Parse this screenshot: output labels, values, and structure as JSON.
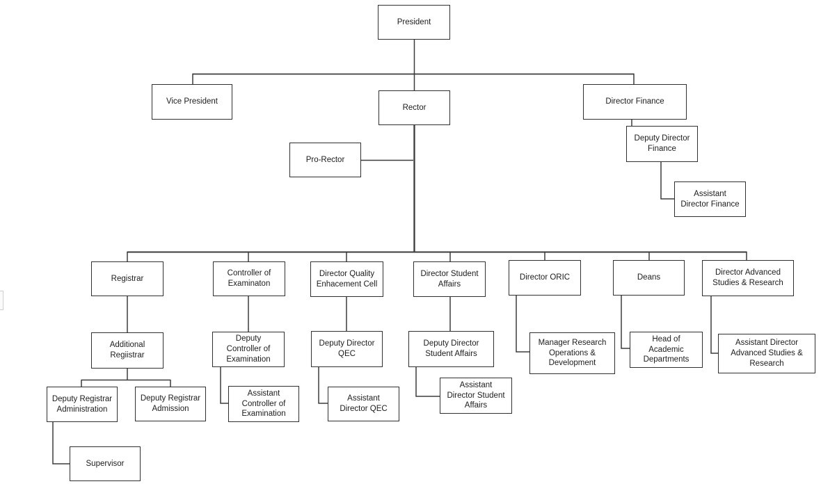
{
  "colors": {
    "background": "#ffffff",
    "box_border": "#2f2f2f",
    "connector_line": "#3b3b3b"
  },
  "nodes": {
    "president": {
      "label": "President"
    },
    "vice_president": {
      "label": "Vice President"
    },
    "rector": {
      "label": "Rector"
    },
    "pro_rector": {
      "label": "Pro-Rector"
    },
    "director_finance": {
      "label": "Director Finance"
    },
    "deputy_director_finance": {
      "label": [
        "Deputy Director",
        "Finance"
      ]
    },
    "assistant_director_finance": {
      "label": [
        "Assistant",
        "Director Finance"
      ]
    },
    "registrar": {
      "label": "Registrar"
    },
    "controller_of_examination": {
      "label": [
        "Controller of",
        "Examinaton"
      ]
    },
    "director_qec": {
      "label": [
        "Director Quality",
        "Enhacement Cell"
      ]
    },
    "director_student_affairs": {
      "label": [
        "Director Student",
        "Affairs"
      ]
    },
    "director_oric": {
      "label": "Director ORIC"
    },
    "deans": {
      "label": "Deans"
    },
    "director_advanced_studies": {
      "label": [
        "Director Advanced",
        "Studies & Research"
      ]
    },
    "additional_registrar": {
      "label": [
        "Additional",
        "Regiistrar"
      ]
    },
    "deputy_registrar_administration": {
      "label": [
        "Deputy Registrar",
        "Administration"
      ]
    },
    "deputy_registrar_admission": {
      "label": [
        "Deputy Registrar",
        "Admission"
      ]
    },
    "supervisor": {
      "label": "Supervisor"
    },
    "deputy_controller_of_examination": {
      "label": [
        "Deputy",
        "Controller of",
        "Examination"
      ]
    },
    "assistant_controller_of_examination": {
      "label": [
        "Assistant",
        "Controller of",
        "Examination"
      ]
    },
    "deputy_director_qec": {
      "label": [
        "Deputy Director",
        "QEC"
      ]
    },
    "assistant_director_qec": {
      "label": [
        "Assistant",
        "Director QEC"
      ]
    },
    "deputy_director_student_affairs": {
      "label": [
        "Deputy Director",
        "Student Affairs"
      ]
    },
    "assistant_director_student_affairs": {
      "label": [
        "Assistant",
        "Director Student",
        "Affairs"
      ]
    },
    "manager_research_operations": {
      "label": [
        "Manager Research",
        "Operations &",
        "Development"
      ]
    },
    "head_of_academic_departments": {
      "label": [
        "Head of",
        "Academic",
        "Departments"
      ]
    },
    "assistant_director_advanced_studies": {
      "label": [
        "Assistant Director",
        "Advanced Studies &",
        "Research"
      ]
    }
  },
  "hierarchy_edges": [
    [
      "President",
      "Vice President"
    ],
    [
      "President",
      "Rector"
    ],
    [
      "President",
      "Director Finance"
    ],
    [
      "Rector",
      "Pro-Rector"
    ],
    [
      "Director Finance",
      "Deputy Director Finance"
    ],
    [
      "Deputy Director Finance",
      "Assistant Director Finance"
    ],
    [
      "Rector",
      "Registrar"
    ],
    [
      "Rector",
      "Controller of Examinaton"
    ],
    [
      "Rector",
      "Director Quality Enhacement Cell"
    ],
    [
      "Rector",
      "Director Student Affairs"
    ],
    [
      "Rector",
      "Director ORIC"
    ],
    [
      "Rector",
      "Deans"
    ],
    [
      "Rector",
      "Director Advanced Studies & Research"
    ],
    [
      "Registrar",
      "Additional Regiistrar"
    ],
    [
      "Additional Regiistrar",
      "Deputy Registrar Administration"
    ],
    [
      "Additional Regiistrar",
      "Deputy Registrar Admission"
    ],
    [
      "Deputy Registrar Administration",
      "Supervisor"
    ],
    [
      "Controller of Examinaton",
      "Deputy Controller of Examination"
    ],
    [
      "Deputy Controller of Examination",
      "Assistant Controller of Examination"
    ],
    [
      "Director Quality Enhacement Cell",
      "Deputy Director QEC"
    ],
    [
      "Deputy Director QEC",
      "Assistant Director QEC"
    ],
    [
      "Director Student Affairs",
      "Deputy Director Student Affairs"
    ],
    [
      "Deputy Director Student Affairs",
      "Assistant Director Student Affairs"
    ],
    [
      "Director ORIC",
      "Manager Research Operations & Development"
    ],
    [
      "Deans",
      "Head of Academic Departments"
    ],
    [
      "Director Advanced Studies & Research",
      "Assistant Director Advanced Studies & Research"
    ]
  ]
}
